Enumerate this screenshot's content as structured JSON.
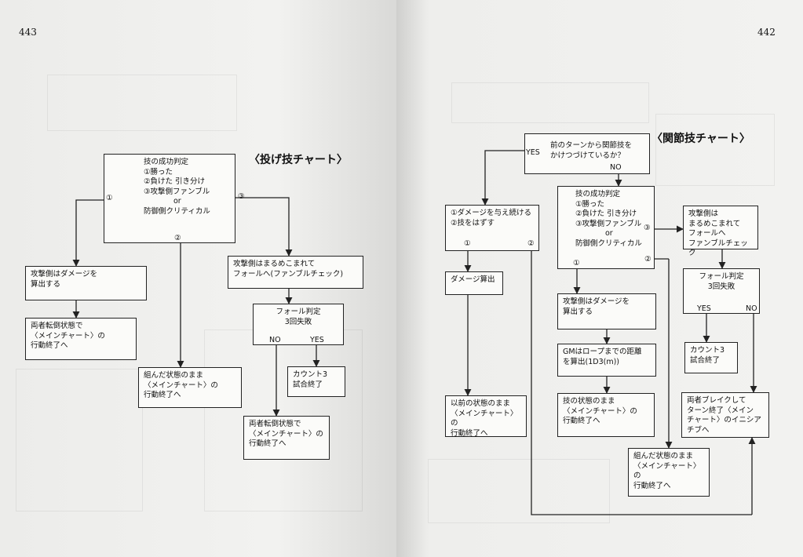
{
  "left_page": {
    "page_number": "443",
    "title": "〈投げ技チャート〉",
    "nodes": {
      "success_check": "技の成功判定\n①勝った\n②負けた 引き分け\n③攻撃側ファンブル\n　　　　or\n防御側クリティカル",
      "damage_calc": "攻撃側はダメージを\n算出する",
      "both_down": "両者転倒状態で\n〈メインチャート〉の\n行動終了へ",
      "grappled_end": "組んだ状態のまま\n〈メインチャート〉の\n行動終了へ",
      "fall_fumble": "攻撃側はまるめこまれて\nフォールへ(ファンブルチェック)",
      "fall_check": "フォール判定\n3回失敗",
      "count3": "カウント3\n試合終了",
      "both_down_2": "両者転倒状態で\n〈メインチャート〉の\n行動終了へ"
    },
    "labels": {
      "one": "①",
      "two": "②",
      "three": "③",
      "no": "NO",
      "yes": "YES"
    }
  },
  "right_page": {
    "page_number": "442",
    "title": "〈関節技チャート〉",
    "nodes": {
      "continue_q": "前のターンから関節技を\nかけつづけているか？",
      "choice": "①ダメージを与え続ける\n②技をはずす",
      "damage": "ダメージ算出",
      "prev_state": "以前の状態のまま\n〈メインチャート〉の\n行動終了へ",
      "success_check": "技の成功判定\n①勝った\n②負けた 引き分け\n③攻撃側ファンブル\n　　　　or\n防御側クリティカル",
      "rolled_fall": "攻撃側は\nまるめこまれて\nフォールへ\nファンブルチェック",
      "fall_check": "フォール判定\n3回失敗",
      "damage_calc": "攻撃側はダメージを\n算出する",
      "rope": "GMはロープまでの距離\nを算出(1D3(m))",
      "tech_end": "技の状態のまま\n〈メインチャート〉の\n行動終了へ",
      "count3": "カウント3\n試合終了",
      "both_break": "両者ブレイクして\nターン終了〈メイン\nチャート〉のイニシアチブへ",
      "grappled_end": "組んだ状態のまま\n〈メインチャート〉の\n行動終了へ"
    },
    "labels": {
      "yes": "YES",
      "no": "NO",
      "one": "①",
      "two": "②",
      "three": "③"
    }
  }
}
